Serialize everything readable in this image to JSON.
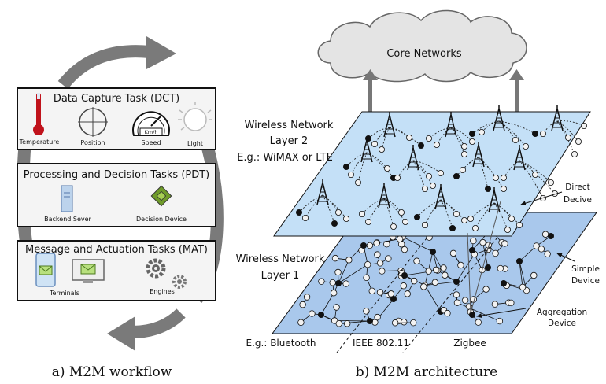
{
  "workflow": {
    "dct": {
      "title": "Data Capture Task (DCT)",
      "items": [
        "Temperature",
        "Position",
        "Speed",
        "Light"
      ],
      "speed_unit": "Km/h"
    },
    "pdt": {
      "title": "Processing and Decision Tasks (PDT)",
      "items": [
        "Backend Sever",
        "Decision Device"
      ]
    },
    "mat": {
      "title": "Message and Actuation Tasks (MAT)",
      "items": [
        "Terminals",
        "Engines"
      ]
    },
    "caption": "a) M2M workflow"
  },
  "architecture": {
    "cloud_label": "Core Networks",
    "layer2": {
      "line1": "Wireless Network",
      "line2": "Layer 2",
      "line3": "E.g.: WiMAX or LTE"
    },
    "layer1": {
      "line1": "Wireless Network",
      "line2": "Layer 1"
    },
    "annotations": {
      "direct_device": [
        "Direct",
        "Decive"
      ],
      "simple_device": [
        "Simple",
        "Device"
      ],
      "aggregation_device": [
        "Aggregation",
        "Device"
      ]
    },
    "technologies": [
      "E.g.: Bluetooth",
      "IEEE 802.11",
      "Zigbee"
    ],
    "caption": "b) M2M architecture"
  },
  "colors": {
    "box_bg": "#f4f4f4",
    "arrow": "#7a7a7a",
    "layer2_fill": "#c4e0f7",
    "layer1_fill": "#a9c8ec",
    "cloud_fill": "#e4e4e4",
    "thermo": "#c0121b"
  }
}
